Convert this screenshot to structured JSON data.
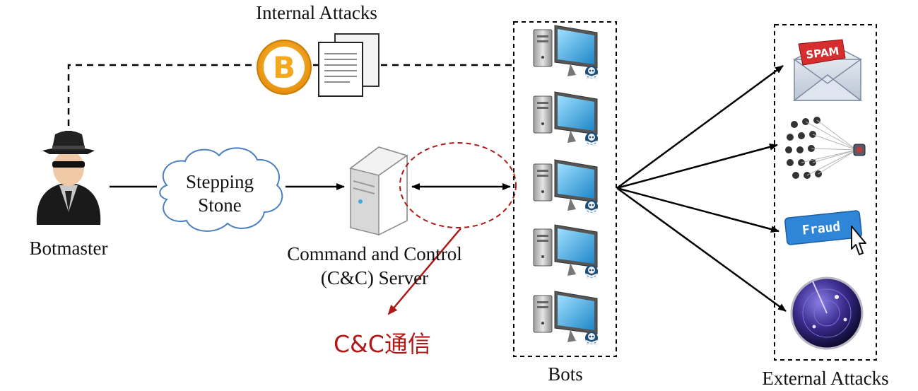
{
  "labels": {
    "internal_attacks": "Internal Attacks",
    "botmaster": "Botmaster",
    "stepping_stone_line1": "Stepping",
    "stepping_stone_line2": "Stone",
    "cc_server_line1": "Command and Control",
    "cc_server_line2": "(C&C) Server",
    "bots": "Bots",
    "external_attacks": "External Attacks",
    "cc_comm": "C&C通信",
    "spam": "SPAM",
    "fraud": "Fraud",
    "bitcoin_symbol": "B"
  },
  "icons": {
    "botmaster": "hacker-icon",
    "stepping_stone": "cloud-icon",
    "server": "server-tower-icon",
    "bots": "infected-computer-icon",
    "internal": [
      "bitcoin-icon",
      "documents-icon"
    ],
    "external": [
      "spam-envelope-icon",
      "ddos-network-icon",
      "fraud-click-icon",
      "radar-globe-icon"
    ]
  },
  "colors": {
    "highlight": "#b01818",
    "bitcoin": "#f3a81d",
    "screen": "#3fa9e0",
    "fraud_button": "#2f86d9"
  }
}
